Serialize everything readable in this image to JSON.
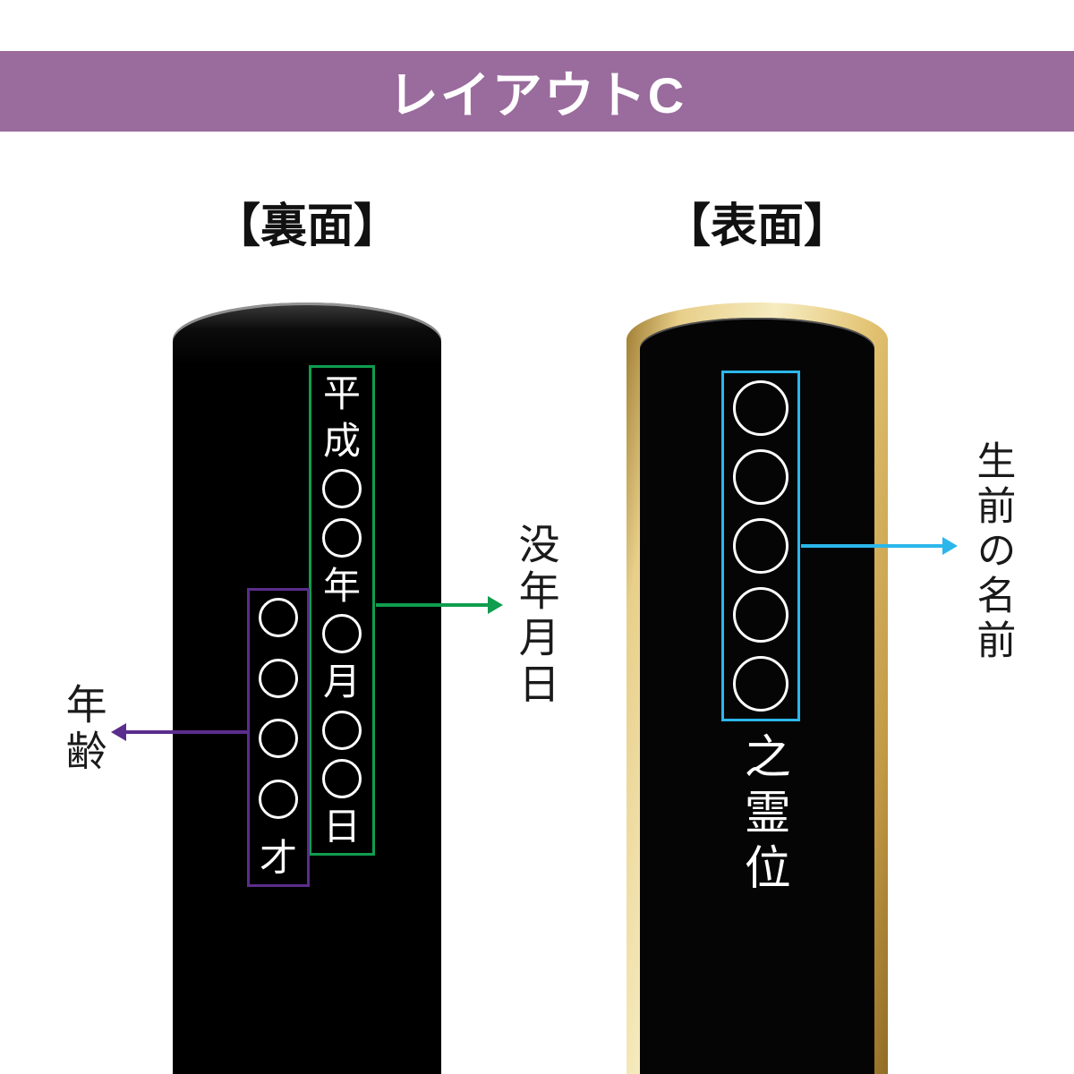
{
  "header": {
    "title": "レイアウトC",
    "bg_color": "#9a6b9d"
  },
  "colors": {
    "death_date_accent": "#0f9d4f",
    "age_accent": "#5b2d8c",
    "name_accent": "#2bb7ea",
    "tablet_black": "#050505",
    "gold_frame": "#e3c474"
  },
  "back_tablet": {
    "label": "【裏面】",
    "date_sequence": [
      "平",
      "成",
      "○",
      "○",
      "年",
      "○",
      "月",
      "○",
      "○",
      "日"
    ],
    "age_sequence": [
      "○",
      "○",
      "○",
      "○",
      "才"
    ],
    "date_annotation": "没年月日",
    "age_annotation": "年齢"
  },
  "front_tablet": {
    "label": "【表面】",
    "name_sequence": [
      "○",
      "○",
      "○",
      "○",
      "○"
    ],
    "suffix": "之霊位",
    "name_annotation": "生前の名前"
  }
}
